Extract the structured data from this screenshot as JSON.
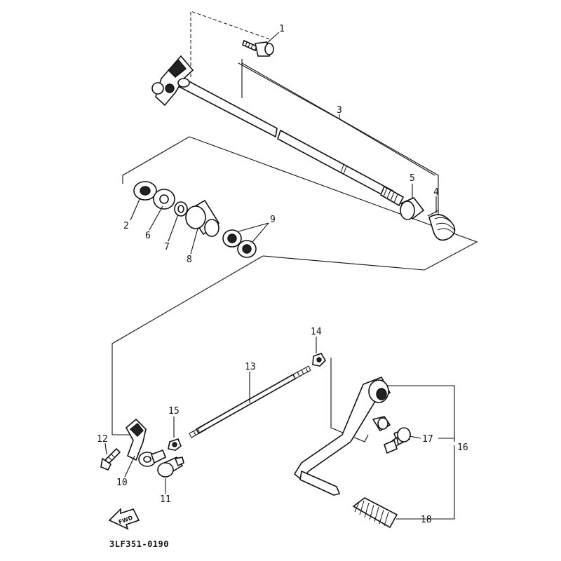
{
  "document_code": "3LF351-0190",
  "direction_arrow_label": "FWD",
  "part_numbers": [
    "1",
    "2",
    "3",
    "4",
    "5",
    "6",
    "7",
    "8",
    "9",
    "10",
    "11",
    "12",
    "13",
    "14",
    "15",
    "16",
    "17",
    "18"
  ]
}
